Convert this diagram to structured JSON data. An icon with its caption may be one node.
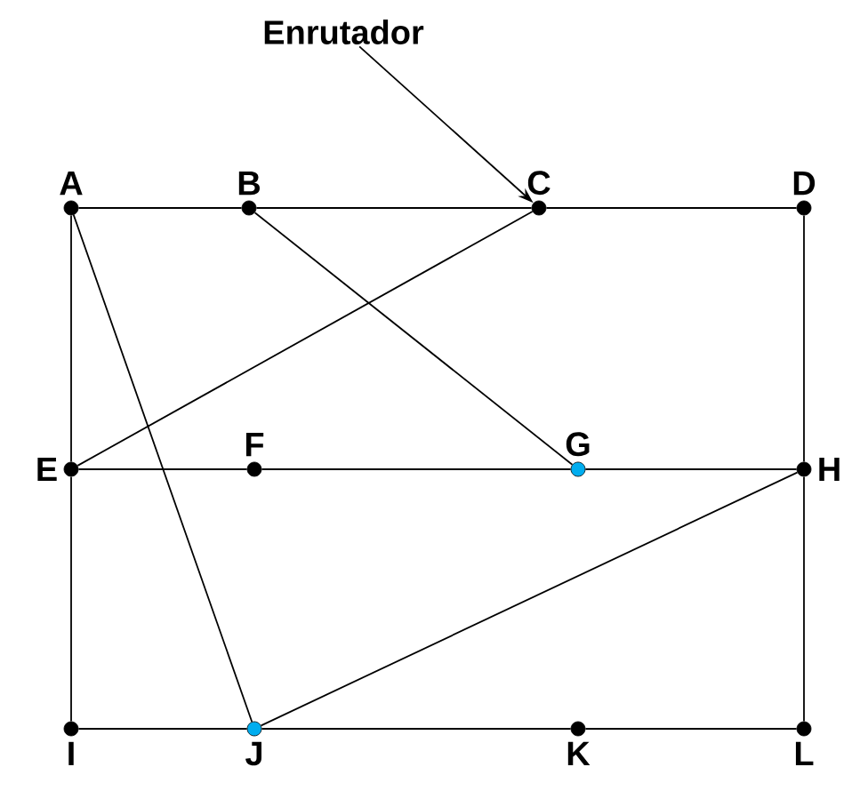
{
  "diagram": {
    "nodes": [
      {
        "text": [
          "A"
        ]
      },
      {
        "text": [
          "B"
        ]
      },
      {
        "text": [
          "C"
        ]
      },
      {
        "text": [
          "D"
        ]
      },
      {
        "text": [
          "E"
        ]
      },
      {
        "text": [
          "F"
        ]
      },
      {
        "text": [
          "G"
        ]
      },
      {
        "text": [
          "H"
        ]
      },
      {
        "text": [
          "I"
        ]
      },
      {
        "text": [
          "J"
        ]
      },
      {
        "text": [
          "K"
        ]
      },
      {
        "text": [
          "L"
        ]
      },
      {
        "text": [
          "Enrutador"
        ]
      }
    ],
    "edges": [
      {
        "from": 0,
        "to": 1,
        "arrow": "none"
      },
      {
        "from": 1,
        "to": 2,
        "arrow": "none"
      },
      {
        "from": 2,
        "to": 3,
        "arrow": "none"
      },
      {
        "from": 0,
        "to": 4,
        "arrow": "none"
      },
      {
        "from": 4,
        "to": 8,
        "arrow": "none"
      },
      {
        "from": 3,
        "to": 7,
        "arrow": "none"
      },
      {
        "from": 7,
        "to": 11,
        "arrow": "none"
      },
      {
        "from": 4,
        "to": 5,
        "arrow": "none"
      },
      {
        "from": 5,
        "to": 6,
        "arrow": "none"
      },
      {
        "from": 6,
        "to": 7,
        "arrow": "none"
      },
      {
        "from": 8,
        "to": 9,
        "arrow": "none"
      },
      {
        "from": 9,
        "to": 10,
        "arrow": "none"
      },
      {
        "from": 10,
        "to": 11,
        "arrow": "none"
      },
      {
        "from": 0,
        "to": 9,
        "arrow": "none"
      },
      {
        "from": 1,
        "to": 6,
        "arrow": "none"
      },
      {
        "from": 2,
        "to": 4,
        "arrow": "none"
      },
      {
        "from": 9,
        "to": 7,
        "arrow": "none"
      },
      {
        "from": 12,
        "to": 2,
        "arrow": "to"
      }
    ]
  }
}
